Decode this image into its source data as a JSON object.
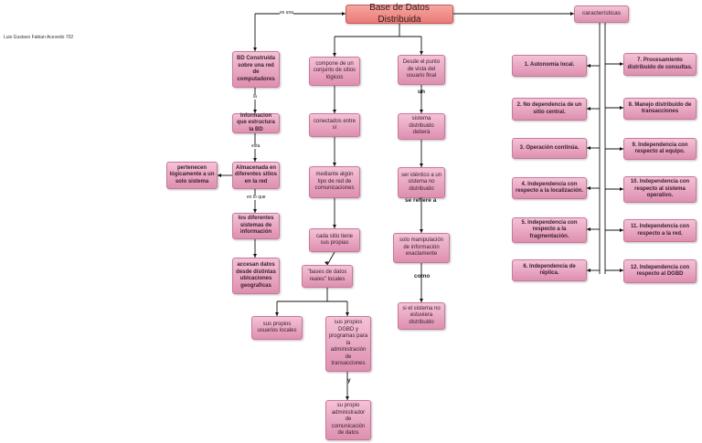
{
  "author": "Luis Gustavo Fabian Acevedo 702",
  "title": "Base de Datos Distribuida",
  "nodes": {
    "caracteristicas": "características",
    "bd_construida": "BD Construida sobre una red de computadores",
    "informacion": "Informacion que estructura la BD",
    "almacenada": "Almacenada en diferentes sitios en la red",
    "pertenecen": "pertenecen lógicamente a un solo sistema",
    "sistemas_info": "los diferentes sistemas de información",
    "accesan": "accesan datos desde distintas ubicaciones geograficas",
    "compone": "compone de un conjunto de sitios lógicos",
    "conectados": "conectados entre sí",
    "mediante": "mediante algún tipo de red de comunicaciones",
    "cada_sitio": "cada sitio tiene sus propias",
    "bases_locales": "\"bases de datos reales\" locales",
    "usuarios_locales": "sus propios usuarios locales",
    "sgbd": "sus propios DGBD y programas para la administración de transacciones",
    "administrador": "su propio administrador de comunicación de datos",
    "desde_punto": "Desde el punto de vista del usuario final",
    "sistema_distribuido": "sistema distribuido deberá",
    "ser_identico": "ser idéntico a un sistema no distribuido",
    "solo_manipulacion": "solo manipulación de información exactamente",
    "si_sistema": "si el sistema no estuviera distribuido",
    "c1": "1. Autonomía local.",
    "c2": "2. No dependencia de un sitio central.",
    "c3": "3. Operación continúa.",
    "c4": "4. Independencia con respecto a la localización.",
    "c5": "5. Independencia con respecto a la fragmentación.",
    "c6": "6. Independencia de réplica.",
    "c7": "7. Procesamiento distribuido de consultas.",
    "c8": "8. Manejo distribuido de transacciones",
    "c9": "9. Independencia con respecto al equipo.",
    "c10": "10. Independencia con respecto al sistema operativo.",
    "c11": "11. Independencia con respecto a la red.",
    "c12": "12. Independencia con respecto al DGBD"
  },
  "labels": {
    "es_una": "es una",
    "la": "la",
    "esta": "esta",
    "en_lo_que": "en lo que",
    "un": "un",
    "se_refiere_a": "se refiere a",
    "como": "como",
    "y": "y"
  }
}
